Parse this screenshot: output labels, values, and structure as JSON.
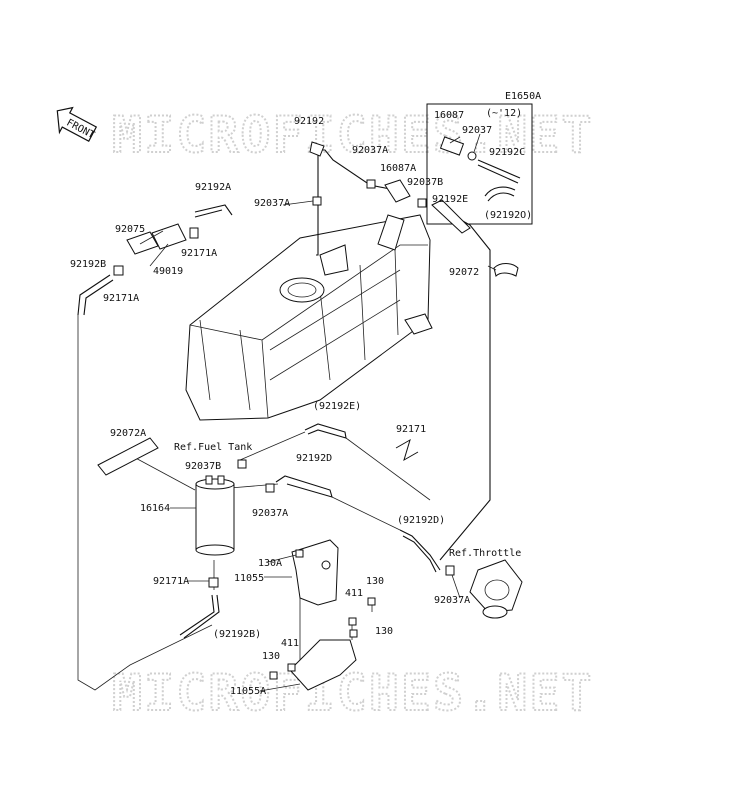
{
  "diagram_code": "E1650A",
  "watermark": "MICROFICHES.NET",
  "front_arrow": "FRONT",
  "inset": {
    "note": "(~'12)",
    "bottom_label": "(92192O)"
  },
  "labels": {
    "p92192": "92192",
    "p92037A_top": "92037A",
    "p16087A": "16087A",
    "p92037B_top": "92037B",
    "p92192E_top": "92192E",
    "p16087": "16087",
    "p92037_inset": "92037",
    "p92192C": "92192C",
    "p92192A": "92192A",
    "p92075": "92075",
    "p92037A_left": "92037A",
    "p92171A_mid": "92171A",
    "p49019": "49019",
    "p92192B": "92192B",
    "p92171A_left": "92171A",
    "p92072": "92072",
    "ref_fuel_tank": "Ref.Fuel Tank",
    "p92192E_paren": "(92192E)",
    "p92171": "92171",
    "p92072A": "92072A",
    "p92037B_mid": "92037B",
    "p92192D": "92192D",
    "p92037A_mid": "92037A",
    "p16164": "16164",
    "p92192D_paren": "(92192D)",
    "ref_throttle": "Ref.Throttle",
    "p130A": "130A",
    "p11055": "11055",
    "p130_a": "130",
    "p411_a": "411",
    "p92171A_low": "92171A",
    "p92037A_right": "92037A",
    "p130_b": "130",
    "p92192B_paren": "(92192B)",
    "p411_b": "411",
    "p130_c": "130",
    "p11055A": "11055A"
  }
}
